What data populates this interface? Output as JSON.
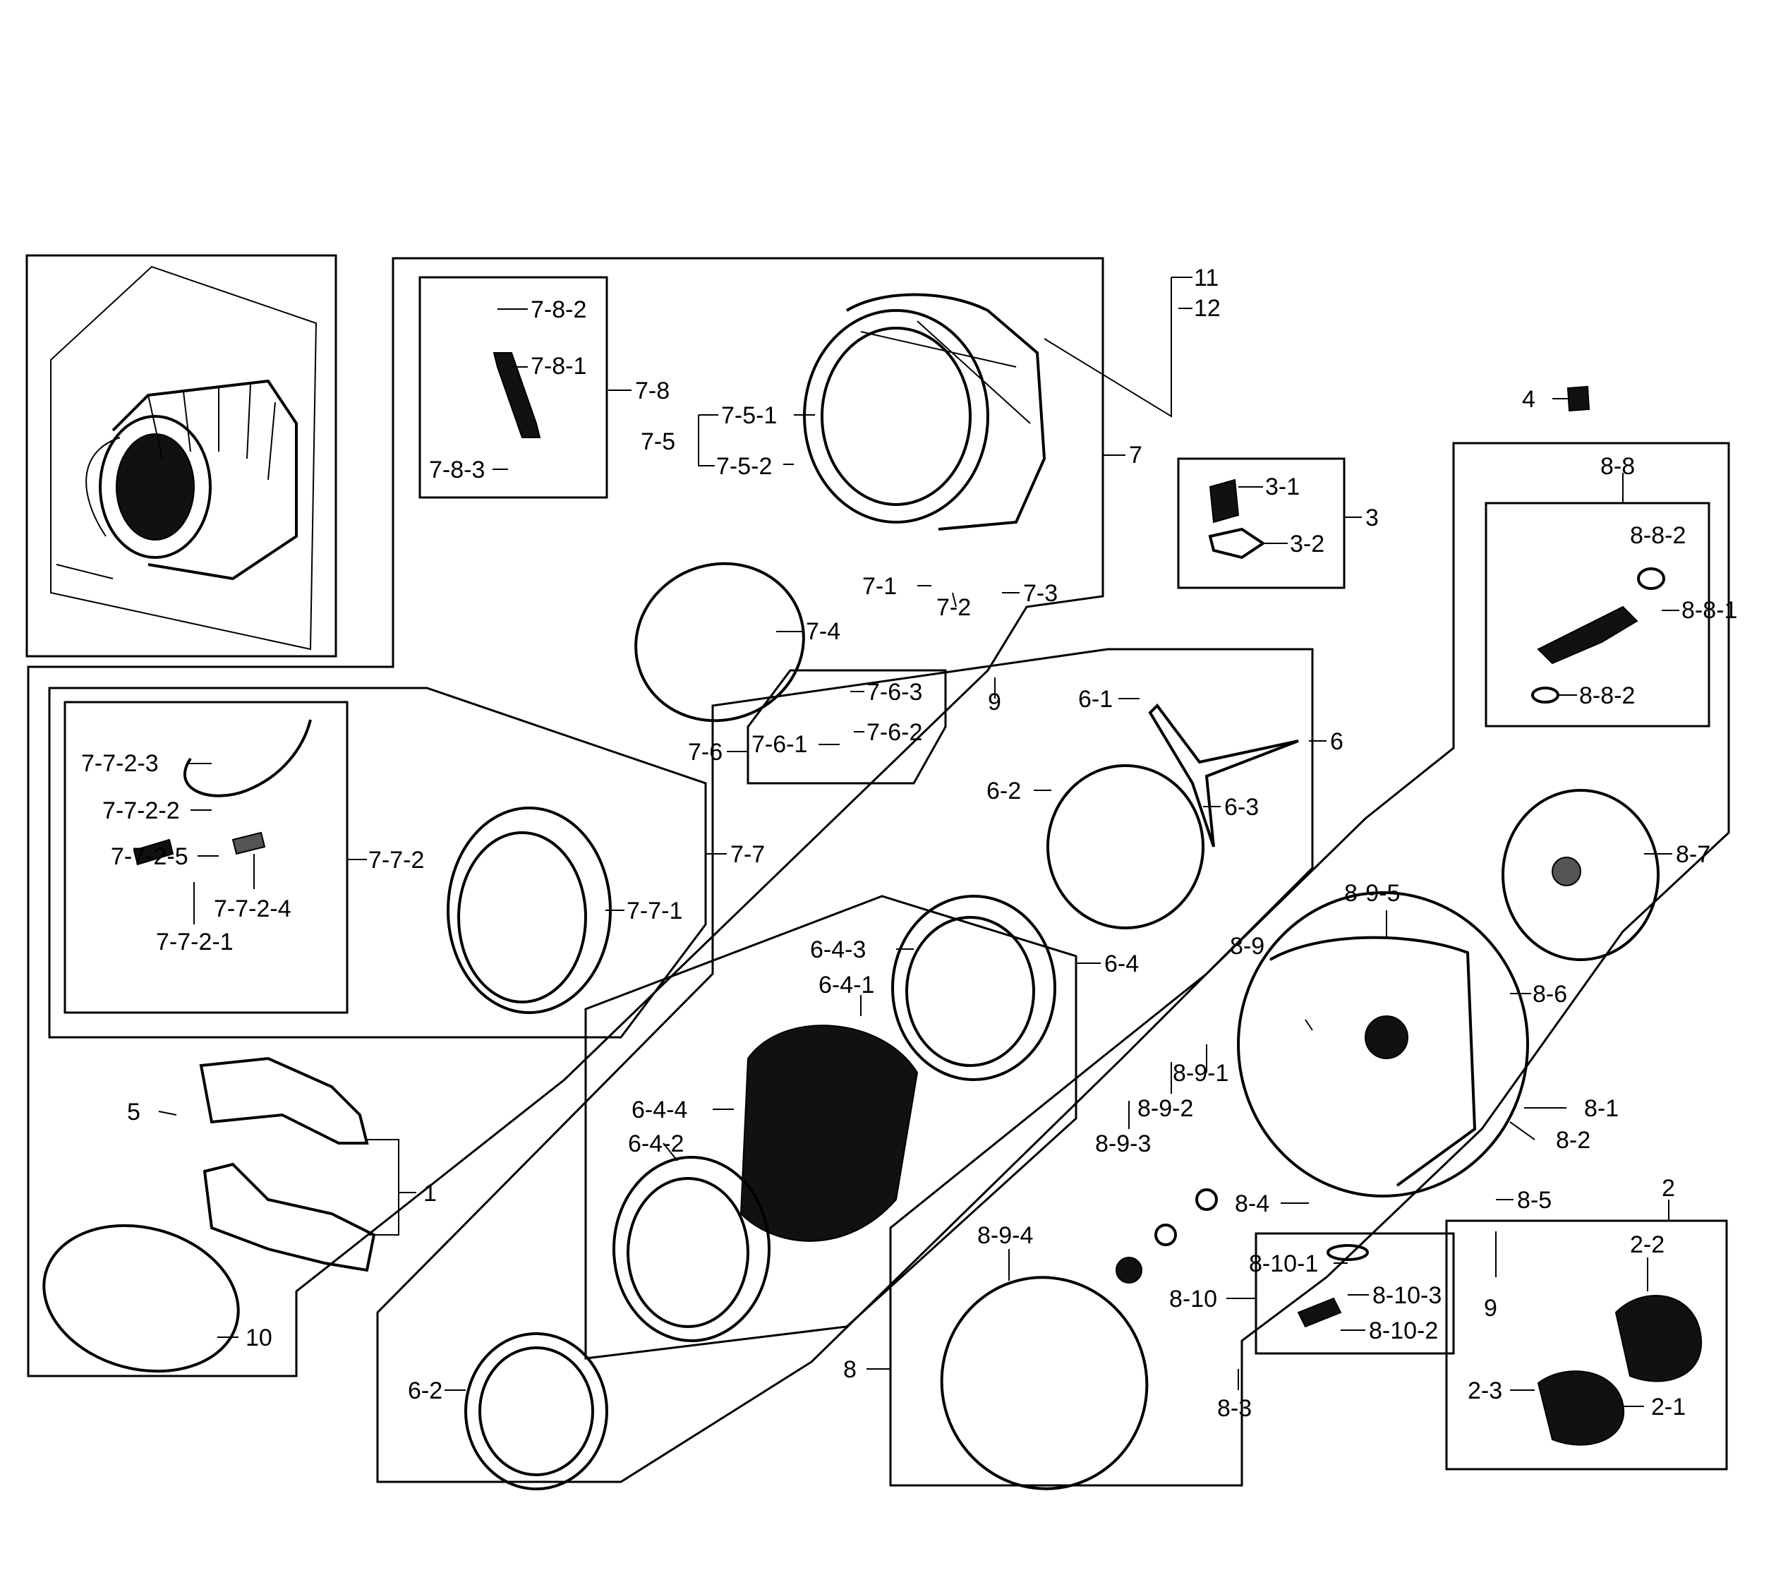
{
  "labels": {
    "l_7_8_2": "7-8-2",
    "l_7_8_1": "7-8-1",
    "l_7_8": "7-8",
    "l_7_8_3": "7-8-3",
    "l_7_5_1": "7-5-1",
    "l_7_5": "7-5",
    "l_7_5_2": "7-5-2",
    "l_7": "7",
    "l_11": "11",
    "l_12": "12",
    "l_4": "4",
    "l_3_1": "3-1",
    "l_3": "3",
    "l_3_2": "3-2",
    "l_8_8": "8-8",
    "l_8_8_2a": "8-8-2",
    "l_8_8_1": "8-8-1",
    "l_8_8_2b": "8-8-2",
    "l_7_1": "7-1",
    "l_7_2": "7-2",
    "l_7_3": "7-3",
    "l_7_4": "7-4",
    "l_9a": "9",
    "l_7_6_3": "7-6-3",
    "l_7_6_2": "7-6-2",
    "l_7_6": "7-6",
    "l_7_6_1": "7-6-1",
    "l_6_1": "6-1",
    "l_6": "6",
    "l_6_2a": "6-2",
    "l_6_3": "6-3",
    "l_7_7_2_3": "7-7-2-3",
    "l_7_7_2_2": "7-7-2-2",
    "l_7_7_2_5": "7-7-2-5",
    "l_7_7_2_4": "7-7-2-4",
    "l_7_7_2_1": "7-7-2-1",
    "l_7_7_2": "7-7-2",
    "l_7_7": "7-7",
    "l_7_7_1": "7-7-1",
    "l_8_7": "8-7",
    "l_8_9_5": "8-9-5",
    "l_8_9": "8-9",
    "l_6_4_3": "6-4-3",
    "l_6_4": "6-4",
    "l_6_4_1": "6-4-1",
    "l_8_6": "8-6",
    "l_8_9_1": "8-9-1",
    "l_8_9_2": "8-9-2",
    "l_8_9_3": "8-9-3",
    "l_8_1": "8-1",
    "l_8_2": "8-2",
    "l_5": "5",
    "l_1": "1",
    "l_6_4_4": "6-4-4",
    "l_6_4_2": "6-4-2",
    "l_8_4": "8-4",
    "l_8_5": "8-5",
    "l_2": "2",
    "l_2_2": "2-2",
    "l_8_9_4": "8-9-4",
    "l_8_10_1": "8-10-1",
    "l_8_10_3": "8-10-3",
    "l_8_10": "8-10",
    "l_8_10_2": "8-10-2",
    "l_9b": "9",
    "l_10": "10",
    "l_8": "8",
    "l_6_2b": "6-2",
    "l_8_3": "8-3",
    "l_2_3": "2-3",
    "l_2_1": "2-1"
  }
}
